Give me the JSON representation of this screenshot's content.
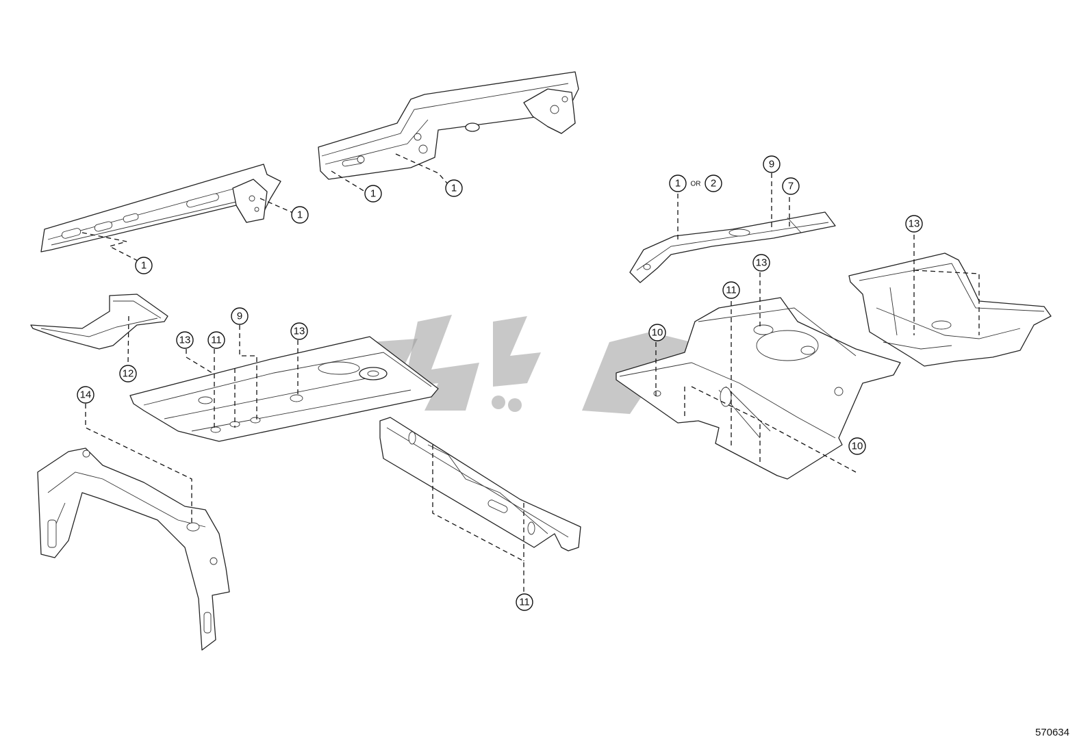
{
  "callouts": {
    "c1a": "1",
    "c1b": "1",
    "c1c": "1",
    "c1d": "1",
    "c1e": "1",
    "c2": "2",
    "c7": "7",
    "c9a": "9",
    "c9b": "9",
    "c10a": "10",
    "c10b": "10",
    "c11a": "11",
    "c11b": "11",
    "c11c": "11",
    "c12": "12",
    "c13a": "13",
    "c13b": "13",
    "c13c": "13",
    "c13d": "13",
    "c14": "14"
  },
  "or_label": "OR",
  "diagram_id": "570634"
}
